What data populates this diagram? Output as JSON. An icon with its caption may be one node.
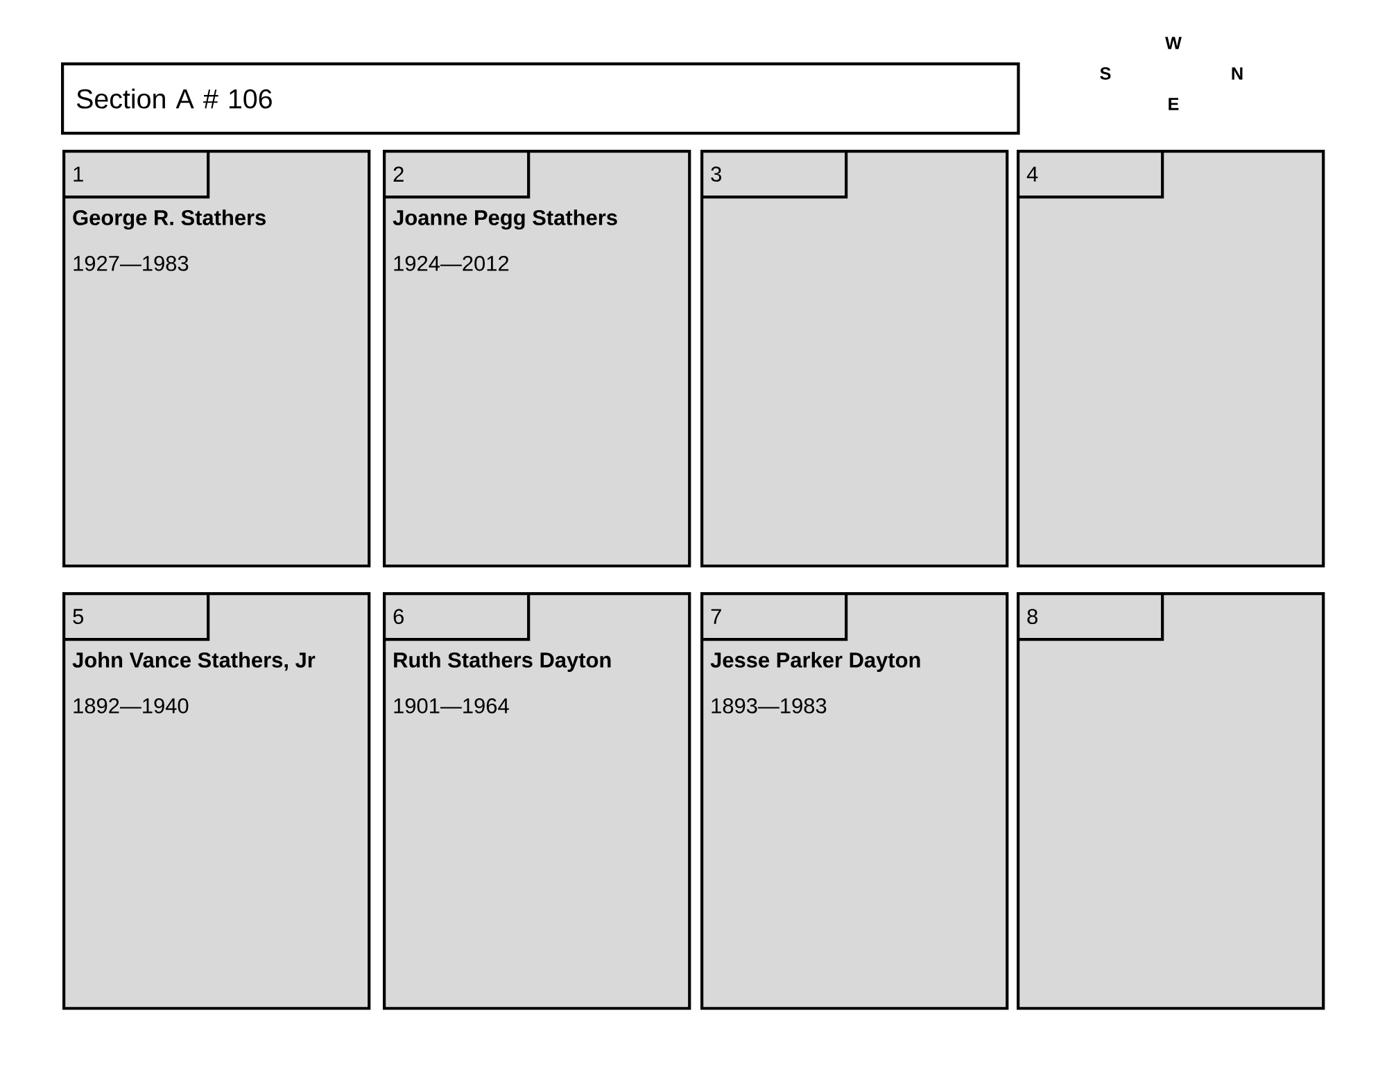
{
  "diagram": {
    "nodes": [
      {
        "text": [
          "Section A # 106"
        ]
      },
      {
        "text": [
          "George R. Stathers",
          "1927—1983"
        ]
      },
      {
        "text": [
          "1"
        ],
        "in": 1
      },
      {
        "text": [
          "Joanne Pegg Stathers",
          "1924—2012"
        ]
      },
      {
        "text": [
          "2"
        ],
        "in": 3
      },
      {
        "text": [],
        "shape": "box"
      },
      {
        "text": [
          "3"
        ],
        "in": 5
      },
      {
        "text": [],
        "shape": "box"
      },
      {
        "text": [
          "4"
        ],
        "in": 7
      },
      {
        "text": [
          "John Vance Stathers, Jr",
          "1892—1940"
        ]
      },
      {
        "text": [
          "5"
        ],
        "in": 9
      },
      {
        "text": [
          "Ruth Stathers Dayton",
          "1901—1964"
        ]
      },
      {
        "text": [
          "6"
        ],
        "in": 11
      },
      {
        "text": [
          "Jesse Parker Dayton",
          "1893—1983"
        ]
      },
      {
        "text": [
          "7"
        ],
        "in": 13
      },
      {
        "text": [],
        "shape": "box"
      },
      {
        "text": [
          "8"
        ],
        "in": 15
      }
    ],
    "edges": [],
    "labels": [
      "W",
      "S",
      "N",
      "E"
    ]
  }
}
